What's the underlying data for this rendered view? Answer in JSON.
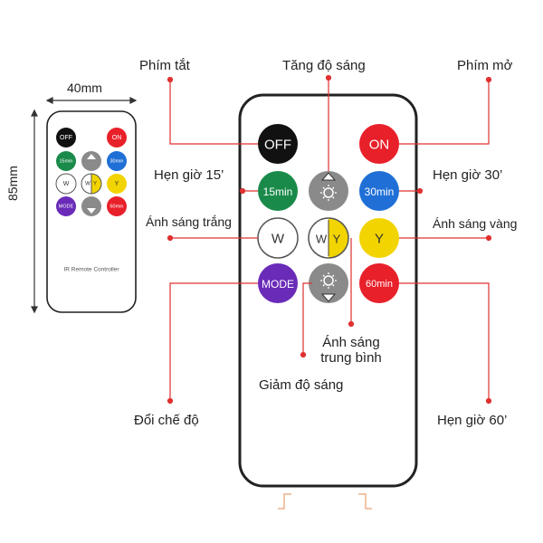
{
  "dimensions": {
    "width_label": "40mm",
    "height_label": "85mm"
  },
  "small_remote": {
    "caption": "IR Remote Controller",
    "buttons": {
      "off": "OFF",
      "on": "ON",
      "m15": "15min",
      "m30": "30min",
      "w": "W",
      "wy_w": "W",
      "wy_y": "Y",
      "y": "Y",
      "mode": "MODE",
      "m60": "60min"
    }
  },
  "big_remote": {
    "buttons": {
      "off": "OFF",
      "on": "ON",
      "m15": "15min",
      "m30": "30min",
      "w": "W",
      "wy_w": "W",
      "wy_y": "Y",
      "y": "Y",
      "mode": "MODE",
      "m60": "60min"
    }
  },
  "labels": {
    "phim_tat": "Phím tắt",
    "tang_do_sang": "Tăng độ sáng",
    "phim_mo": "Phím mở",
    "hen_gio_15": "Hẹn giờ 15’",
    "hen_gio_30": "Hẹn giờ 30’",
    "anh_sang_trang": "Ánh sáng trắng",
    "anh_sang_vang": "Ánh sáng vàng",
    "anh_sang_trung_binh_1": "Ánh sáng",
    "anh_sang_trung_binh_2": "trung bình",
    "giam_do_sang": "Giảm độ sáng",
    "doi_che_do": "Đổi chế độ",
    "hen_gio_60": "Hẹn giờ 60’"
  },
  "colors": {
    "callout_line": "#e03030",
    "off": "#111111",
    "on": "#e8202a",
    "m15": "#1a8a4a",
    "m30": "#1f6fd6",
    "white": "#ffffff",
    "yellow": "#f2d400",
    "mode": "#6a2bb8",
    "m60": "#e8202a",
    "dimmer": "#8a8a8a"
  }
}
